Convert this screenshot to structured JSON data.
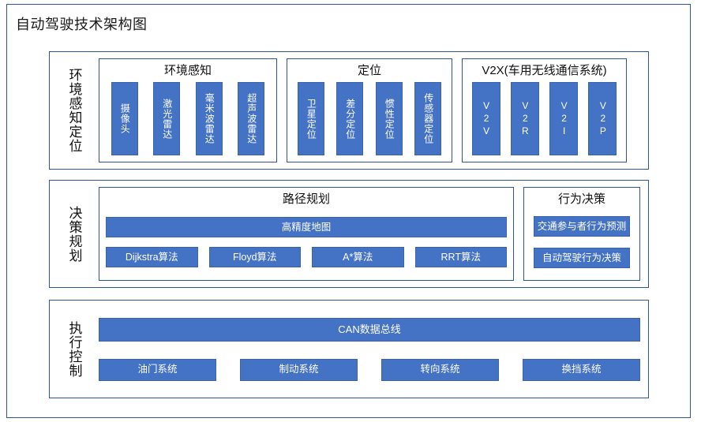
{
  "title": "自动驾驶技术架构图",
  "colors": {
    "frame_border": "#2F5496",
    "chip_fill": "#4472C4",
    "chip_text": "#FFFFFF",
    "background": "#FFFFFF",
    "text": "#1A1A1A"
  },
  "layers": [
    {
      "label": "环境感知定位",
      "groups": [
        {
          "title": "环境感知",
          "items": [
            "摄像头",
            "激光雷达",
            "毫米波雷达",
            "超声波雷达"
          ]
        },
        {
          "title": "定位",
          "items": [
            "卫星定位",
            "差分定位",
            "惯性定位",
            "传感器定位"
          ]
        },
        {
          "title": "V2X(车用无线通信系统)",
          "items": [
            "V2V",
            "V2R",
            "V2I",
            "V2P"
          ]
        }
      ]
    },
    {
      "label": "决策规划",
      "groups": [
        {
          "title": "路径规划",
          "bar": "高精度地图",
          "items": [
            "Dijkstra算法",
            "Floyd算法",
            "A*算法",
            "RRT算法"
          ]
        },
        {
          "title": "行为决策",
          "items": [
            "交通参与者行为预测",
            "自动驾驶行为决策"
          ]
        }
      ]
    },
    {
      "label": "执行控制",
      "bus": "CAN数据总线",
      "items": [
        "油门系统",
        "制动系统",
        "转向系统",
        "换挡系统"
      ]
    }
  ]
}
